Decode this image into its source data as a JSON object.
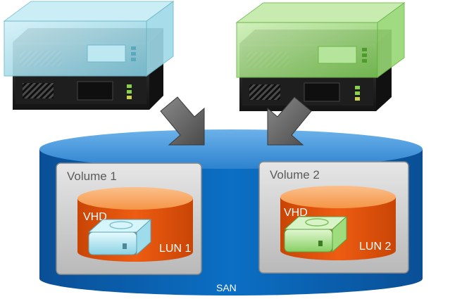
{
  "volumes": [
    {
      "label": "Volume 1",
      "vhd_label": "VHD",
      "lun_label": "LUN 1",
      "accent": "#9fe3ee"
    },
    {
      "label": "Volume 2",
      "vhd_label": "VHD",
      "lun_label": "LUN 2",
      "accent": "#9cd882"
    }
  ],
  "san": {
    "label": "SAN"
  },
  "colors": {
    "san_blue": "#0a66b8",
    "san_top": "#3d91db",
    "lun_orange": "#e8520a",
    "lun_top": "#f7a45e",
    "server_glass_left": "#8fd3e3",
    "server_glass_right": "#8fd166"
  },
  "icons": {
    "server": "server-rack-icon",
    "arrow": "arrow-down-icon",
    "vhd": "hard-drive-icon"
  }
}
